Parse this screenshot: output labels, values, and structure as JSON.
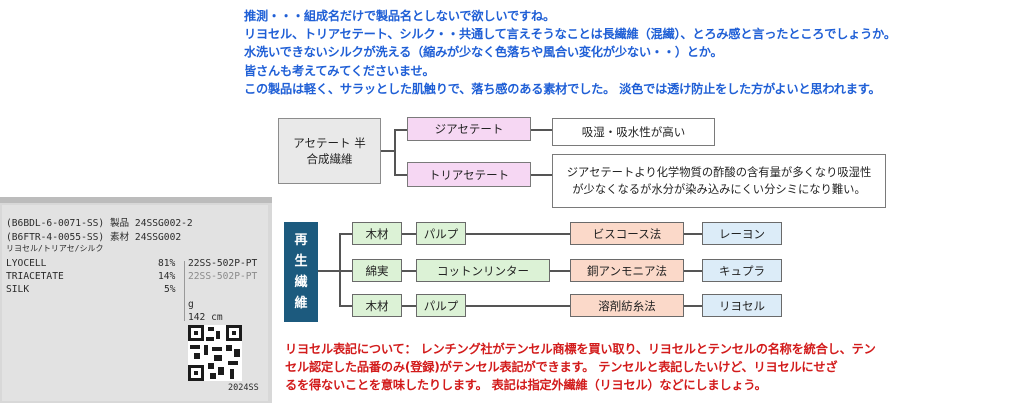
{
  "intro": {
    "lines": [
      "推測・・・組成名だけで製品名としないで欲しいですね。",
      "リヨセル、トリアセテート、シルク・・共通して言えそうなことは長繊維（混繊）、とろみ感と言ったところでしょうか。",
      "水洗いできないシルクが洗える（縮みが少なく色落ちや風合い変化が少ない・・）とか。",
      "皆さんも考えてみてくださいませ。",
      "この製品は軽く、サラッとした肌触りで、落ち感のある素材でした。 淡色では透け防止をした方がよいと思われます。"
    ]
  },
  "acetate_diagram": {
    "root": [
      "アセテート 半",
      "合成繊維"
    ],
    "branches": [
      {
        "name": "ジアセテート",
        "desc": [
          "吸湿・吸水性が高い"
        ]
      },
      {
        "name": "トリアセテート",
        "desc": [
          "ジアセテートより化学物質の酢酸の含有量が多くなり吸湿性",
          "が少なくなるが水分が染み込みにくい分シミになり難い。"
        ]
      }
    ]
  },
  "regenerated_diagram": {
    "root": [
      "再",
      "生",
      "繊",
      "維"
    ],
    "rows": [
      {
        "source": "木材",
        "material": "パルプ",
        "method": "ビスコース法",
        "fiber": "レーヨン"
      },
      {
        "source": "綿実",
        "material": "コットンリンター",
        "method": "銅アンモニア法",
        "fiber": "キュプラ"
      },
      {
        "source": "木材",
        "material": "パルプ",
        "method": "溶剤紡糸法",
        "fiber": "リヨセル"
      }
    ]
  },
  "care_label": {
    "lines": [
      "(B6BDL-6-0071-SS) 製品 24SSG002-2",
      "(B6FTR-4-0055-SS) 素材 24SSG002",
      "リヨセル/トリアセ/シルク"
    ],
    "composition": [
      {
        "name": "LYOCELL",
        "percent": "81%"
      },
      {
        "name": "TRIACETATE",
        "percent": "14%"
      },
      {
        "name": "SILK",
        "percent": "5%"
      }
    ],
    "code": "22SS-502P-PT",
    "ghost_code": "22SS-502P-PT",
    "g": "g",
    "size": "142 cm",
    "season": "2024SS"
  },
  "note": {
    "lines": [
      "リヨセル表記について： レンチング社がテンセル商標を買い取り、リヨセルとテンセルの名称を統合し、テン",
      "セル認定した品番のみ(登録)がテンセル表記ができます。 テンセルと表記したいけど、リヨセルにせざ",
      "るを得ないことを意味したりします。 表記は指定外繊維（リヨセル）などにしましょう。"
    ]
  }
}
